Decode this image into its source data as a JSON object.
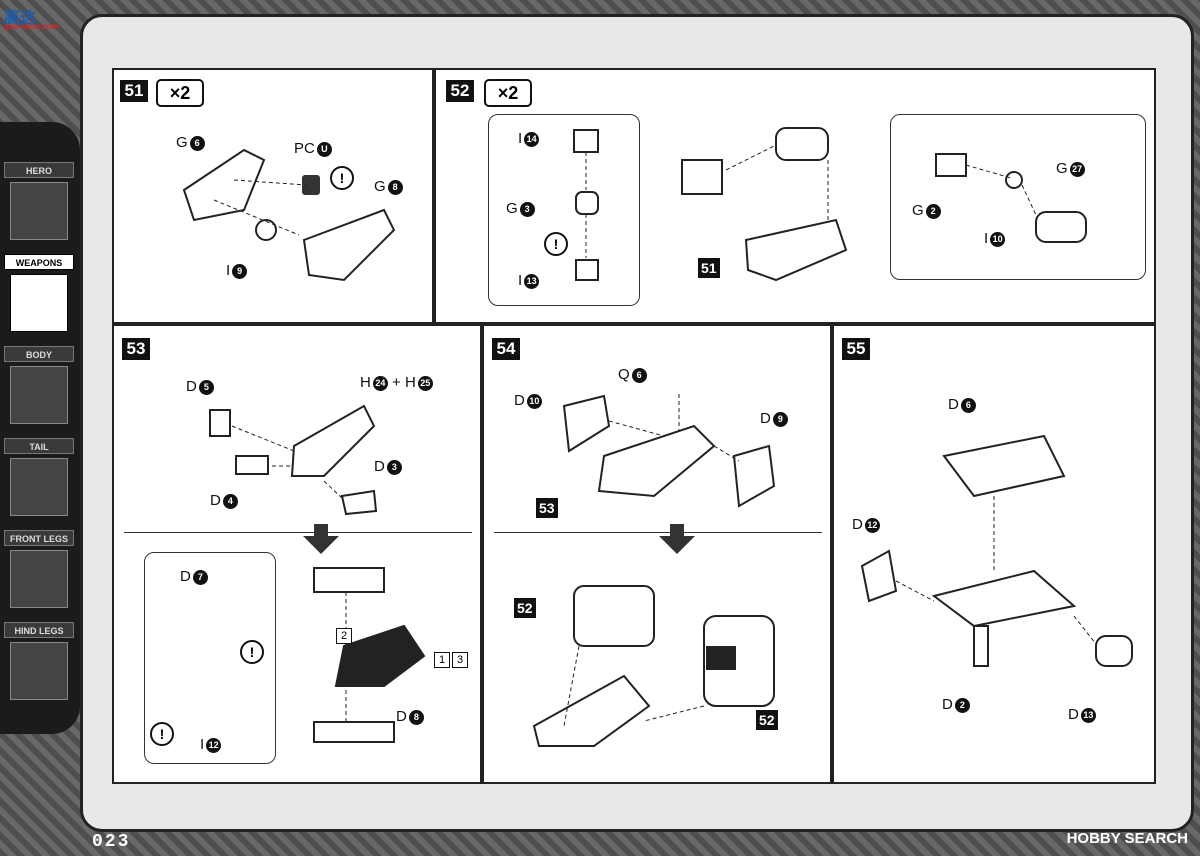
{
  "header": {
    "logo_text": "高达",
    "logo_sub": "gao-shou.com"
  },
  "sidebar": {
    "items": [
      {
        "label": "HERO",
        "icon": "hero-icon"
      },
      {
        "label": "WEAPONS",
        "icon": "weapons-icon"
      },
      {
        "label": "BODY",
        "icon": "body-icon"
      },
      {
        "label": "TAIL",
        "icon": "tail-icon"
      },
      {
        "label": "FRONT LEGS",
        "icon": "front-legs-icon"
      },
      {
        "label": "HIND LEGS",
        "icon": "hind-legs-icon"
      }
    ],
    "active": "WEAPONS"
  },
  "footer": {
    "page_number": "023",
    "watermark": "HOBBY SEARCH"
  },
  "steps": {
    "s51": {
      "num": "51",
      "mult": "×2",
      "labels": {
        "g6": "G",
        "g6n": "6",
        "pc": "PC",
        "pcn": "U",
        "g8": "G",
        "g8n": "8",
        "i9": "I",
        "i9n": "9"
      }
    },
    "s52": {
      "num": "52",
      "mult": "×2",
      "labels": {
        "i14": "I",
        "i14n": "14",
        "g3": "G",
        "g3n": "3",
        "i13": "I",
        "i13n": "13",
        "g2": "G",
        "g2n": "2",
        "i10": "I",
        "i10n": "10",
        "g27": "G",
        "g27n": "27"
      },
      "ref": "51"
    },
    "s53": {
      "num": "53",
      "labels": {
        "d5": "D",
        "d5n": "5",
        "h": "H",
        "h24n": "24",
        "plus": "+",
        "h2": "H",
        "h25n": "25",
        "d4": "D",
        "d4n": "4",
        "d3": "D",
        "d3n": "3",
        "d7": "D",
        "d7n": "7",
        "i12": "I",
        "i12n": "12",
        "d8": "D",
        "d8n": "8"
      },
      "seq": [
        "2",
        "1",
        "3"
      ]
    },
    "s54": {
      "num": "54",
      "labels": {
        "q6": "Q",
        "q6n": "6",
        "d10": "D",
        "d10n": "10",
        "d9": "D",
        "d9n": "9"
      },
      "refs": [
        "53",
        "52",
        "52"
      ]
    },
    "s55": {
      "num": "55",
      "labels": {
        "d6": "D",
        "d6n": "6",
        "d12": "D",
        "d12n": "12",
        "d2": "D",
        "d2n": "2",
        "d13": "D",
        "d13n": "13"
      }
    }
  },
  "warn_symbol": "!",
  "colors": {
    "ink": "#111111",
    "page": "#ffffff",
    "frame": "#e8e8e8",
    "accent_blue": "#1a5db5"
  }
}
